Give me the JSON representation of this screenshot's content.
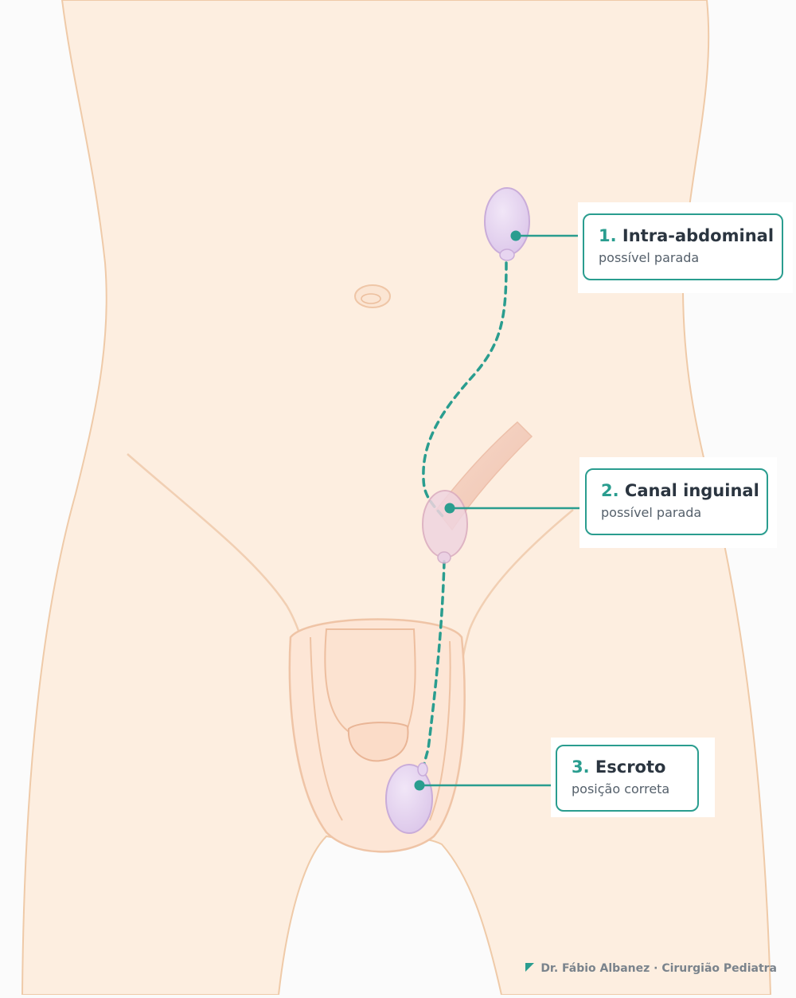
{
  "callouts": [
    {
      "number": "1.",
      "title": "Intra-abdominal",
      "subtitle": "possível parada"
    },
    {
      "number": "2.",
      "title": "Canal inguinal",
      "subtitle": "possível parada"
    },
    {
      "number": "3.",
      "title": "Escroto",
      "subtitle": "posição correta"
    }
  ],
  "credit": "Dr. Fábio Albanez · Cirurgião Pediatra",
  "colors": {
    "skin": "#fdeee0",
    "skin_outline": "#efcaa8",
    "testis": "#e4d3ee",
    "testis_outline": "#c9acd9",
    "accent": "#2a9d8f",
    "text": "#2b3540"
  },
  "icons": [
    "credit-mark-icon"
  ]
}
